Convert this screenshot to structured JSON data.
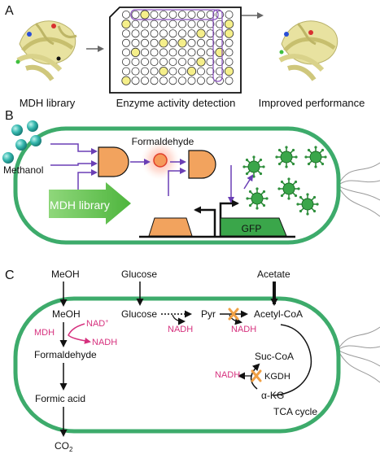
{
  "panel_a": {
    "letter": "A",
    "left_caption": "MDH library",
    "center_caption": "Enzyme activity detection",
    "right_caption": "Improved performance",
    "plate_rows": 8,
    "plate_cols": 12,
    "highlighted_wells": [
      [
        0,
        2
      ],
      [
        1,
        0
      ],
      [
        1,
        11
      ],
      [
        2,
        8
      ],
      [
        2,
        11
      ],
      [
        3,
        4
      ],
      [
        3,
        6
      ],
      [
        4,
        1
      ],
      [
        4,
        10
      ],
      [
        5,
        8
      ],
      [
        6,
        4
      ],
      [
        6,
        7
      ],
      [
        6,
        11
      ],
      [
        7,
        0
      ]
    ]
  },
  "panel_b": {
    "letter": "B",
    "methanol_label": "Methanol",
    "formaldehyde_label": "Formaldehyde",
    "mdh_library_label": "MDH library",
    "gfp_label": "GFP"
  },
  "panel_c": {
    "letter": "C",
    "meoh_outside": "MeOH",
    "glucose_outside": "Glucose",
    "acetate_outside": "Acetate",
    "meoh_inside": "MeOH",
    "nad_plus": "NAD",
    "nad_plus_sup": "+",
    "mdh_label": "MDH",
    "nadh_mdh": "NADH",
    "formaldehyde": "Formaldehyde",
    "formic_acid": "Formic acid",
    "co2_main": "CO",
    "co2_sub": "2",
    "glucose_inside": "Glucose",
    "pyr": "Pyr",
    "nadh_glycolysis": "NADH",
    "nadh_pdh": "NADH",
    "acetyl_coa": "Acetyl-CoA",
    "suc_coa": "Suc-CoA",
    "kgdh": "KGDH",
    "nadh_kgdh": "NADH",
    "akg": "α-KG",
    "tca_cycle": "TCA cycle"
  },
  "colors": {
    "membrane": "#3dab6b",
    "arrow_purple": "#6a3fb5",
    "gate_orange": "#f2a35e",
    "library_green": "#5cbe4a",
    "gfp_green": "#3aa64a",
    "nadh_magenta": "#d6317e",
    "knockout_orange": "#f0a045",
    "well_yellow": "#f5ef8a",
    "methanol_teal": "#2fb0a8"
  }
}
